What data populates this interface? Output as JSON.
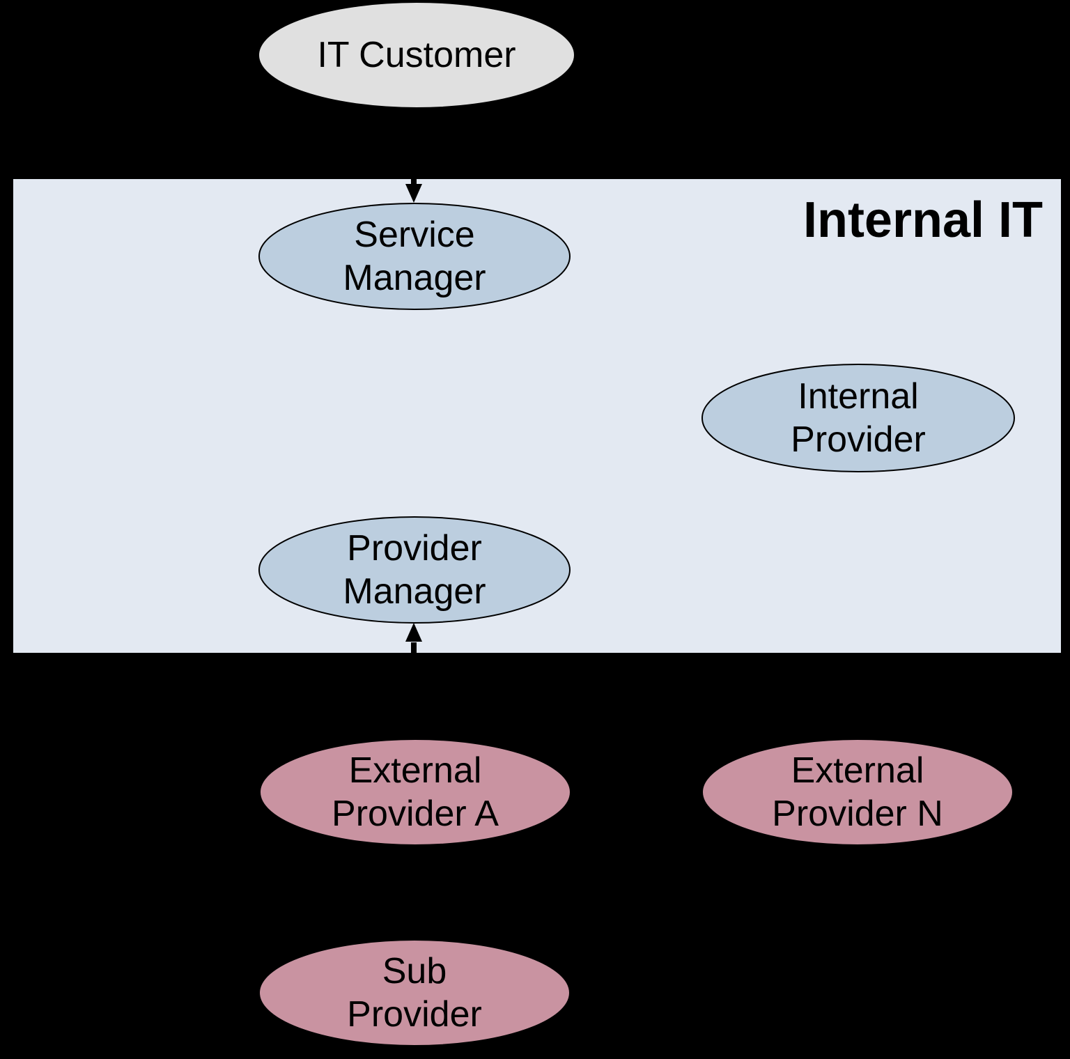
{
  "diagram": {
    "type": "flow-diagram",
    "background_color": "#000000",
    "edge_color": "#000000",
    "node_stroke_color": "#000000",
    "internal_it_box": {
      "label": "Internal IT",
      "fill": "#e3e9f2",
      "label_color": "#000000"
    },
    "nodes": {
      "it_customer": {
        "label": "IT Customer",
        "line1": "IT Customer",
        "fill": "#e0e0e0"
      },
      "service_manager": {
        "label": "Service Manager",
        "line1": "Service",
        "line2": "Manager",
        "fill": "#bccedf"
      },
      "internal_provider": {
        "label": "Internal Provider",
        "line1": "Internal",
        "line2": "Provider",
        "fill": "#bccedf"
      },
      "provider_manager": {
        "label": "Provider Manager",
        "line1": "Provider",
        "line2": "Manager",
        "fill": "#bccedf"
      },
      "external_provider_a": {
        "label": "External Provider A",
        "line1": "External",
        "line2": "Provider A",
        "fill": "#c993a1"
      },
      "external_provider_n": {
        "label": "External Provider N",
        "line1": "External",
        "line2": "Provider N",
        "fill": "#c993a1"
      },
      "sub_provider": {
        "label": "Sub Provider",
        "line1": "Sub",
        "line2": "Provider",
        "fill": "#c993a1"
      }
    },
    "edges": [
      {
        "from": "IT Customer",
        "to": "Service Manager",
        "direction": "down"
      },
      {
        "from": "External Provider A",
        "to": "Provider Manager",
        "direction": "up"
      }
    ]
  }
}
